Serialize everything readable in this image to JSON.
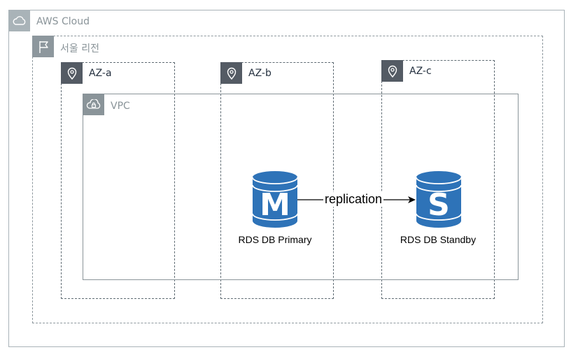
{
  "cloud": {
    "label": "AWS Cloud",
    "icon": "cloud-icon",
    "color": "#a9b3b8"
  },
  "region": {
    "label": "서울 리전",
    "icon": "flag-icon",
    "color": "#8d979d"
  },
  "azs": [
    {
      "label": "AZ-a",
      "icon": "location-pin-icon"
    },
    {
      "label": "AZ-b",
      "icon": "location-pin-icon"
    },
    {
      "label": "AZ-c",
      "icon": "location-pin-icon"
    }
  ],
  "vpc": {
    "label": "VPC",
    "icon": "vpc-cloud-lock-icon",
    "color": "#8a9499"
  },
  "databases": {
    "primary": {
      "letter": "M",
      "label": "RDS DB Primary",
      "color": "#2e73b8"
    },
    "standby": {
      "letter": "S",
      "label": "RDS DB Standby",
      "color": "#2e73b8"
    }
  },
  "edge": {
    "label": "replication"
  }
}
